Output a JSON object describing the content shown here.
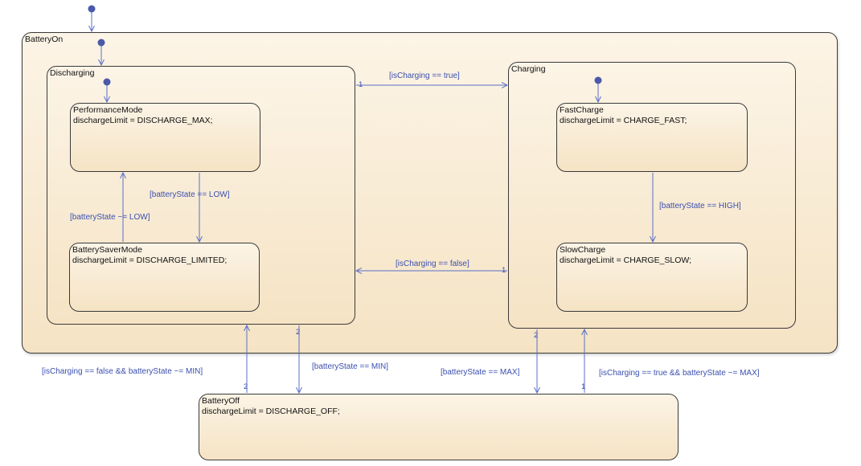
{
  "states": {
    "battery_on": {
      "name": "BatteryOn"
    },
    "discharging": {
      "name": "Discharging"
    },
    "performance_mode": {
      "name": "PerformanceMode",
      "action": "dischargeLimit = DISCHARGE_MAX;"
    },
    "battery_saver_mode": {
      "name": "BatterySaverMode",
      "action": "dischargeLimit = DISCHARGE_LIMITED;"
    },
    "charging": {
      "name": "Charging"
    },
    "fast_charge": {
      "name": "FastCharge",
      "action": "dischargeLimit = CHARGE_FAST;"
    },
    "slow_charge": {
      "name": "SlowCharge",
      "action": "dischargeLimit = CHARGE_SLOW;"
    },
    "battery_off": {
      "name": "BatteryOff",
      "action": "dischargeLimit = DISCHARGE_OFF;"
    }
  },
  "transitions": {
    "discharging_to_charging": "[isCharging == true]",
    "charging_to_discharging": "[isCharging == false]",
    "performance_to_saver": "[batteryState == LOW]",
    "saver_to_performance": "[batteryState ~= LOW]",
    "fast_to_slow": "[batteryState == HIGH]",
    "off_to_discharging": "[isCharging == false && batteryState ~= MIN]",
    "discharging_to_off": "[batteryState == MIN]",
    "charging_to_off": "[batteryState == MAX]",
    "off_to_charging": "[isCharging == true && batteryState ~= MAX]"
  },
  "execution_order": {
    "discharging_to_charging": "1",
    "charging_to_discharging": "1",
    "discharging_to_off": "2",
    "off_to_discharging": "2",
    "charging_to_off": "2",
    "off_to_charging": "1"
  },
  "colors": {
    "state_fill_top": "#fcf4e6",
    "state_fill_bottom": "#f5e3c4",
    "state_border": "#3a3a3a",
    "transition": "#5a6fc8",
    "default_dot": "#4a5aa8"
  }
}
